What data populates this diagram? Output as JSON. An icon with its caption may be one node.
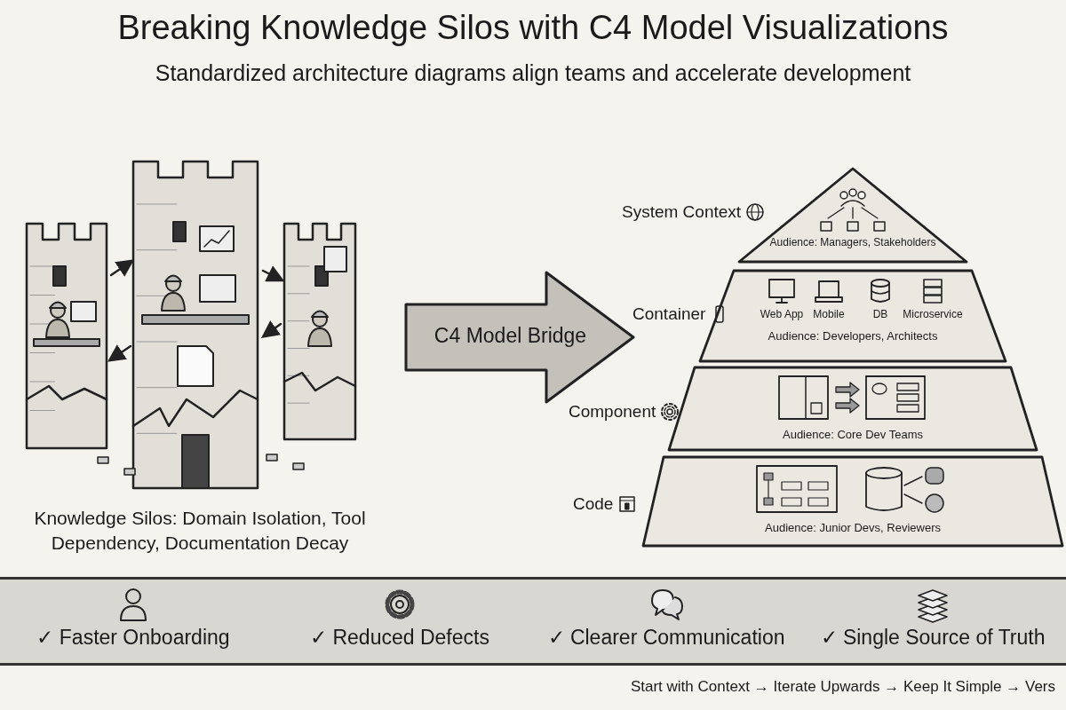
{
  "diagram": {
    "title": "Breaking Knowledge Silos with C4 Model Visualizations",
    "nodes": [
      {
        "text": [],
        "shape": "picture",
        "beside": [
          "Knowledge Silos: Domain Isolation, Tool Dependency, Documentation Decay"
        ]
      },
      {
        "text": [
          "C4 Model Bridge"
        ]
      },
      {
        "text": [
          "Audience: Managers, Stakeholders"
        ],
        "beside": [
          "System Context"
        ]
      },
      {
        "text": [
          "Web App",
          "Mobile",
          "DB",
          "Microservice",
          "Audience: Developers, Architects"
        ],
        "beside": [
          "Container"
        ]
      },
      {
        "text": [
          "Audience: Core Dev Teams"
        ],
        "beside": [
          "Component"
        ]
      },
      {
        "text": [
          "Audience: Junior Devs, Reviewers"
        ],
        "beside": [
          "Code"
        ]
      },
      {
        "text": [
          "✓ Faster Onboarding",
          "✓ Reduced Defects",
          "✓ Clearer Communication",
          "✓ Single Source of Truth"
        ]
      }
    ],
    "labels": [
      "Standardized architecture diagrams align teams and accelerate development",
      "Start with Context → Iterate Upwards → Keep It Simple → Vers"
    ]
  }
}
